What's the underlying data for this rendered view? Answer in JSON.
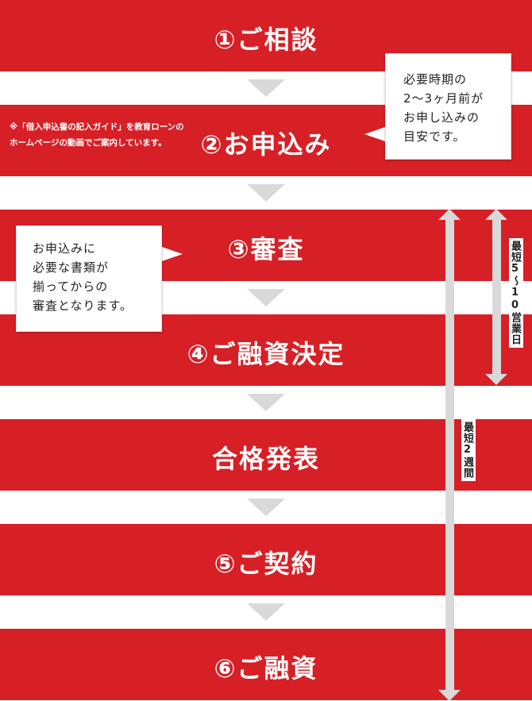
{
  "steps": [
    {
      "title": "①ご相談"
    },
    {
      "title": "②お申込み"
    },
    {
      "title": "③審査"
    },
    {
      "title": "④ご融資決定"
    },
    {
      "title": "合格発表"
    },
    {
      "title": "⑤ご契約"
    },
    {
      "title": "⑥ご融資"
    }
  ],
  "note": "※「借入申込書の記入ガイド」を教育ローンのホームページの動画でご案内しています。",
  "bubble_apply": {
    "lines": [
      "必要時期の",
      "2〜3ヶ月前が",
      "お申し込みの",
      "目安です。"
    ]
  },
  "bubble_review": {
    "lines": [
      "お申込みに",
      "必要な書類が",
      "揃ってからの",
      "審査となります。"
    ]
  },
  "durations": {
    "short": "最短5〜10営業日",
    "long": "最短2週間"
  },
  "colors": {
    "band": "#d71f26",
    "arrow": "#d9d9d9",
    "text_on_band": "#ffffff"
  }
}
